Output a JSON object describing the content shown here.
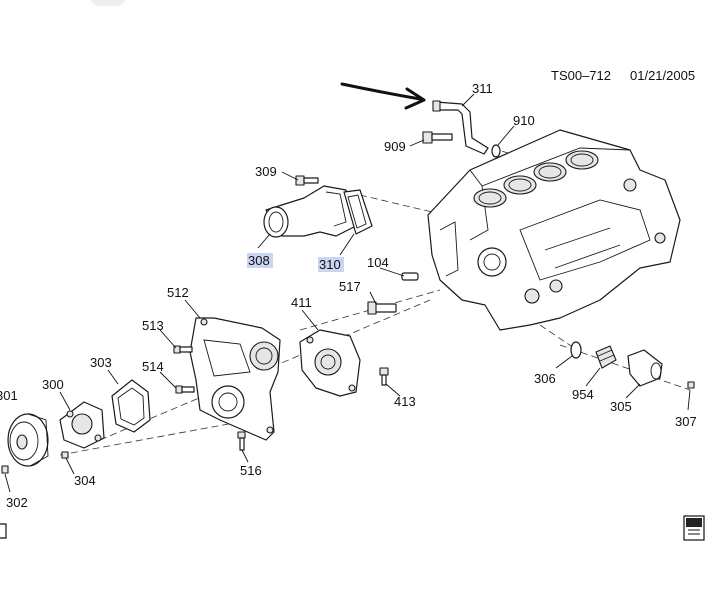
{
  "header": {
    "diagram_id": "TS00–712",
    "date": "01/21/2005"
  },
  "labels": {
    "p311": "311",
    "p910": "910",
    "p909": "909",
    "p309": "309",
    "p308": "308",
    "p310": "310",
    "p104": "104",
    "p517": "517",
    "p512": "512",
    "p411": "411",
    "p513": "513",
    "p303": "303",
    "p514": "514",
    "p300": "300",
    "p301": "301",
    "p304": "304",
    "p302": "302",
    "p516": "516",
    "p413": "413",
    "p306": "306",
    "p954": "954",
    "p305": "305",
    "p307": "307"
  },
  "highlight_color": "#c9d5f2",
  "icons": [
    "callout-arrow-icon",
    "corner-bracket-icon",
    "manual-reference-icon"
  ]
}
